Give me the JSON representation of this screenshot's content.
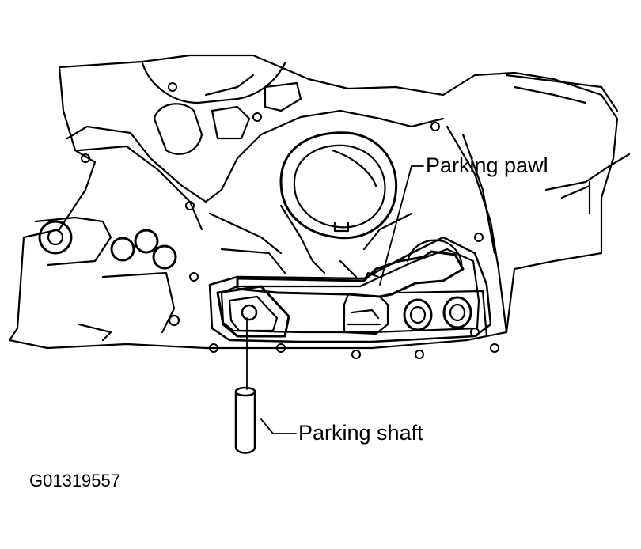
{
  "labels": {
    "parking_pawl": "Parking pawl",
    "parking_shaft": "Parking shaft"
  },
  "figure_id": "G01319557",
  "colors": {
    "ink": "#000000",
    "paper": "#ffffff"
  }
}
